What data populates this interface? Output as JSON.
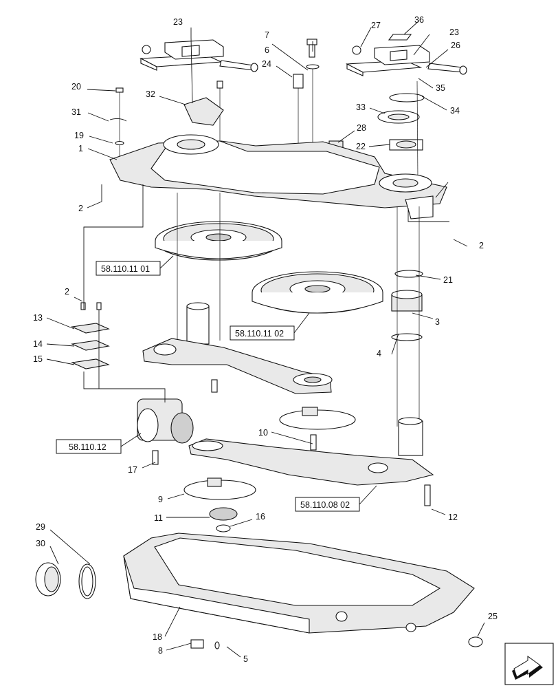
{
  "callouts": [
    "1",
    "2",
    "2",
    "2",
    "2",
    "3",
    "4",
    "5",
    "6",
    "7",
    "8",
    "9",
    "10",
    "11",
    "12",
    "13",
    "14",
    "15",
    "16",
    "17",
    "18",
    "19",
    "20",
    "21",
    "22",
    "23",
    "23",
    "24",
    "25",
    "26",
    "27",
    "28",
    "29",
    "30",
    "31",
    "32",
    "33",
    "34",
    "35",
    "36"
  ],
  "references": [
    "58.110.11 01",
    "58.110.11 02",
    "58.110.12",
    "58.110.08 02"
  ]
}
